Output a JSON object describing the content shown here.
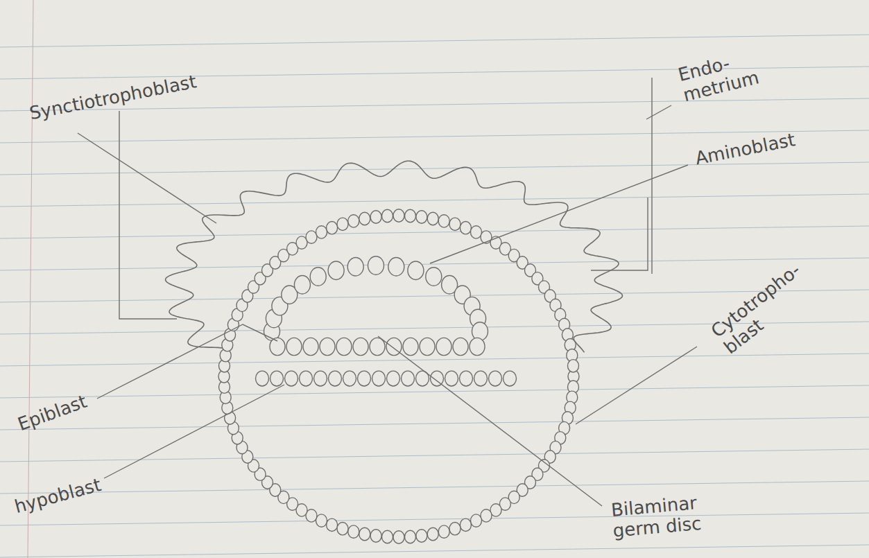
{
  "diagram": {
    "labels": [
      "Synctiotrophoblast",
      "Endo- metrium",
      "Aminoblast",
      "Epiblast",
      "hypoblast",
      "Cytotropho- blast",
      "Bilaminar germ disc"
    ]
  }
}
